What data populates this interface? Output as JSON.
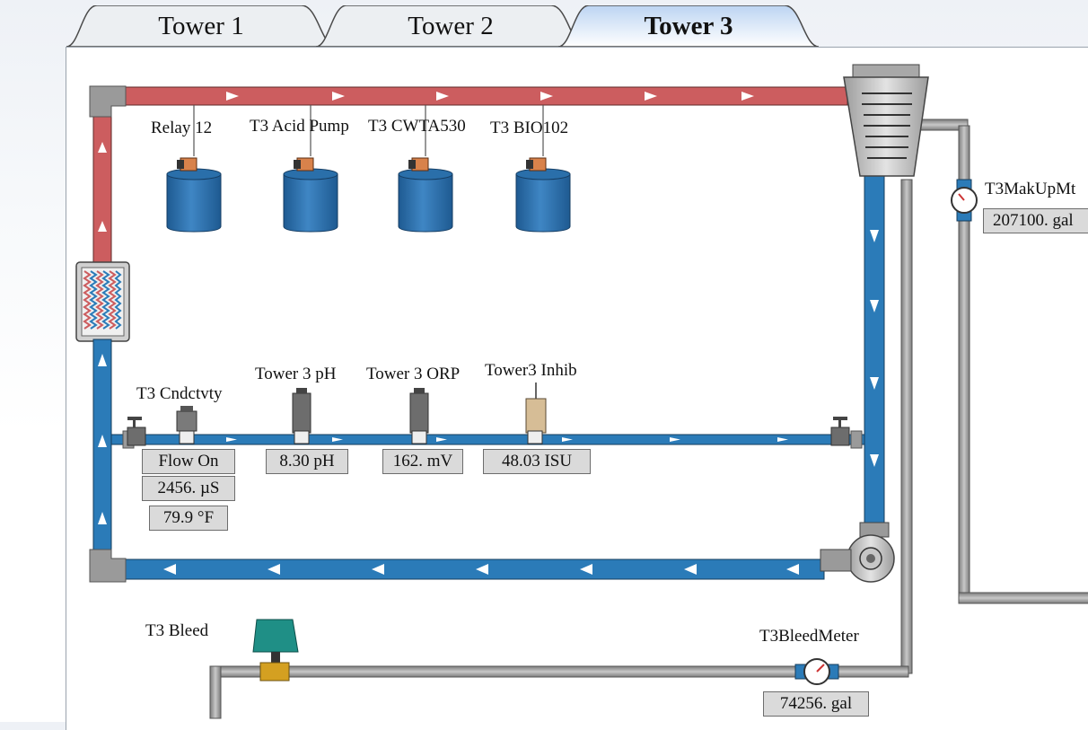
{
  "tabs": [
    {
      "label": "Tower 1",
      "active": false
    },
    {
      "label": "Tower 2",
      "active": false
    },
    {
      "label": "Tower 3",
      "active": true
    }
  ],
  "pumps": [
    {
      "label": "Relay 12"
    },
    {
      "label": "T3 Acid Pump"
    },
    {
      "label": "T3 CWTA530"
    },
    {
      "label": "T3 BIO102"
    }
  ],
  "sensors": {
    "conductivity": {
      "label": "T3 Cndctvty",
      "flow": "Flow On",
      "value": "2456. µS",
      "temp": "79.9 °F"
    },
    "ph": {
      "label": "Tower 3 pH",
      "value": "8.30 pH"
    },
    "orp": {
      "label": "Tower 3 ORP",
      "value": "162. mV"
    },
    "inhib": {
      "label": "Tower3 Inhib",
      "value": "48.03 ISU"
    }
  },
  "makeup_meter": {
    "label": "T3MakUpMt",
    "value": "207100. gal"
  },
  "bleed": {
    "label": "T3 Bleed"
  },
  "bleed_meter": {
    "label": "T3BleedMeter",
    "value": "74256. gal"
  },
  "colors": {
    "hot": "#cc5d5f",
    "cold": "#2b7bb8",
    "grey_pipe": "#a9a9a9",
    "tank": "#2a6faa",
    "valve": "#1f8f86"
  }
}
